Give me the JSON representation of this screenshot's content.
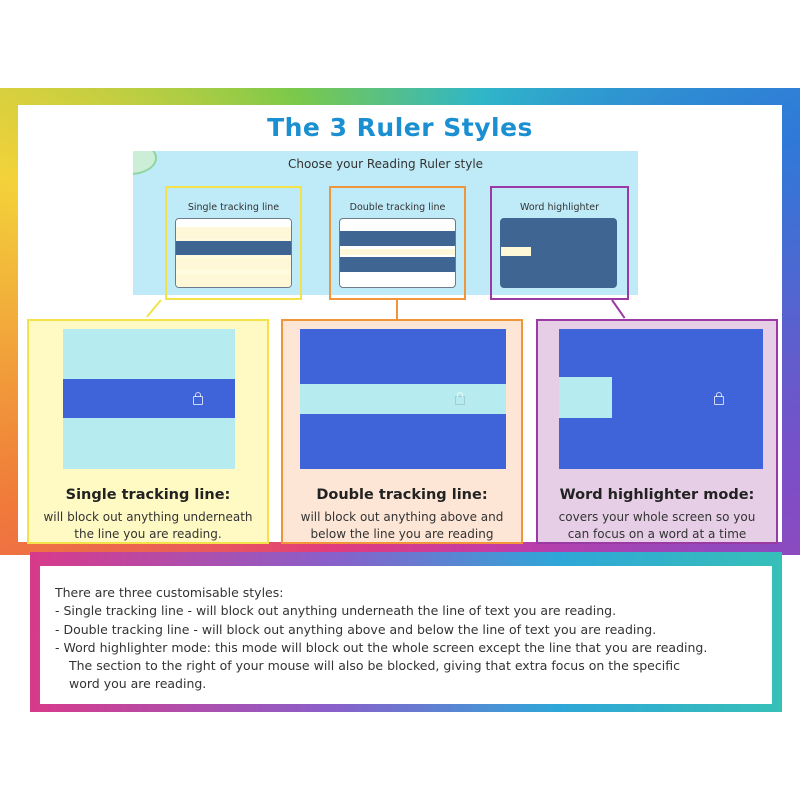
{
  "title": "The 3 Ruler Styles",
  "selector": {
    "heading": "Choose your Reading Ruler style",
    "options": [
      {
        "label": "Single tracking line"
      },
      {
        "label": "Double tracking line"
      },
      {
        "label": "Word highlighter"
      }
    ]
  },
  "panels": [
    {
      "title": "Single tracking line:",
      "desc_line1": "will block out anything underneath",
      "desc_line2": "the line you are reading."
    },
    {
      "title": "Double tracking line:",
      "desc_line1": "will block out anything above and",
      "desc_line2": "below the line you are reading"
    },
    {
      "title": "Word highlighter mode:",
      "desc_line1": "covers your whole screen so you",
      "desc_line2": "can focus on a word at a time"
    }
  ],
  "description": {
    "intro": "There are three customisable styles:",
    "item1": "- Single tracking line - will block out anything underneath the line of text you are reading.",
    "item2": "- Double tracking line - will block out anything above and below the line of text you are reading.",
    "item3": "- Word highlighter mode: this mode will block out the whole screen except the line that you are reading.",
    "item3_cont1": "The section to the right of your mouse will also be blocked, giving that extra focus on the specific",
    "item3_cont2": "word you are reading."
  },
  "colors": {
    "title": "#1a8fd1",
    "single": "#f3e24a",
    "double": "#f0963a",
    "highlighter": "#9b3aa5",
    "ruler_blue": "#3f63d9",
    "ruler_light": "#b6ecef"
  },
  "icons": {
    "lock": "unlock-icon"
  }
}
